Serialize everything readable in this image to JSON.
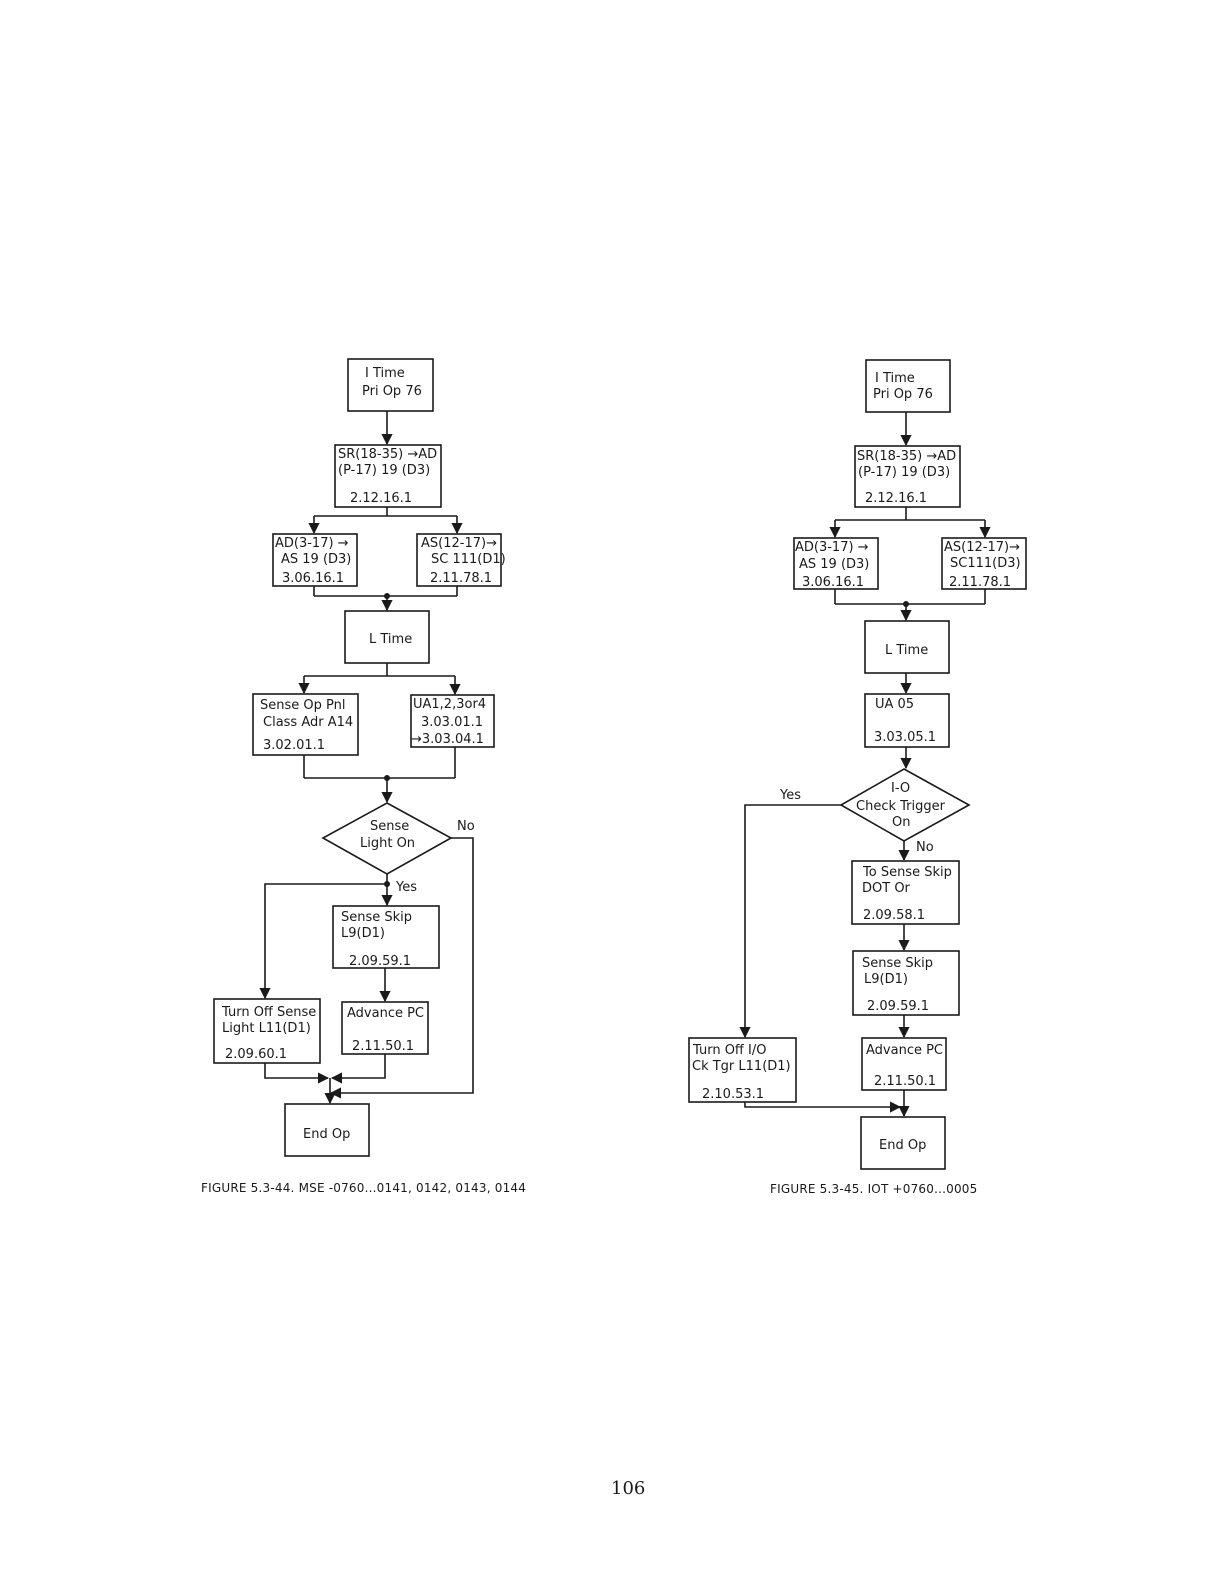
{
  "fig44": {
    "itime": [
      "I Time",
      "Pri Op 76"
    ],
    "sr": [
      "SR(18-35) →AD",
      "(P-17) 19 (D3)",
      "2.12.16.1"
    ],
    "ad": [
      "AD(3-17) →",
      "AS 19 (D3)",
      "3.06.16.1"
    ],
    "as": [
      "AS(12-17)→",
      "SC 111(D1)",
      "2.11.78.1"
    ],
    "ltime": "L Time",
    "sense_op": [
      "Sense Op Pnl",
      "Class Adr A14",
      "3.02.01.1"
    ],
    "ua": [
      "UA1,2,3or4",
      "3.03.01.1",
      "→3.03.04.1"
    ],
    "decision": [
      "Sense",
      "Light On"
    ],
    "no": "No",
    "yes": "Yes",
    "sense_skip": [
      "Sense Skip",
      "L9(D1)",
      "2.09.59.1"
    ],
    "turn_off": [
      "Turn Off Sense",
      "Light L11(D1)",
      "2.09.60.1"
    ],
    "advance": [
      "Advance PC",
      "2.11.50.1"
    ],
    "end": "End Op",
    "caption": "FIGURE 5.3-44.  MSE -0760...0141, 0142, 0143, 0144"
  },
  "fig45": {
    "itime": [
      "I Time",
      "Pri Op 76"
    ],
    "sr": [
      "SR(18-35) →AD",
      "(P-17)  19 (D3)",
      "2.12.16.1"
    ],
    "ad": [
      "AD(3-17) →",
      "AS  19 (D3)",
      "3.06.16.1"
    ],
    "as": [
      "AS(12-17)→",
      "SC111(D3)",
      "2.11.78.1"
    ],
    "ltime": "L Time",
    "ua": [
      "UA 05",
      "3.03.05.1"
    ],
    "decision": [
      "I-O",
      "Check Trigger",
      "On"
    ],
    "yes": "Yes",
    "no": "No",
    "to_sense": [
      "To Sense Skip",
      "DOT Or",
      "2.09.58.1"
    ],
    "sense_skip": [
      "Sense Skip",
      "L9(D1)",
      "2.09.59.1"
    ],
    "turn_off": [
      "Turn Off I/O",
      "Ck Tgr L11(D1)",
      "2.10.53.1"
    ],
    "advance": [
      "Advance PC",
      "2.11.50.1"
    ],
    "end": "End Op",
    "caption": "FIGURE 5.3-45.  IOT +0760...0005"
  },
  "page_number": "106"
}
